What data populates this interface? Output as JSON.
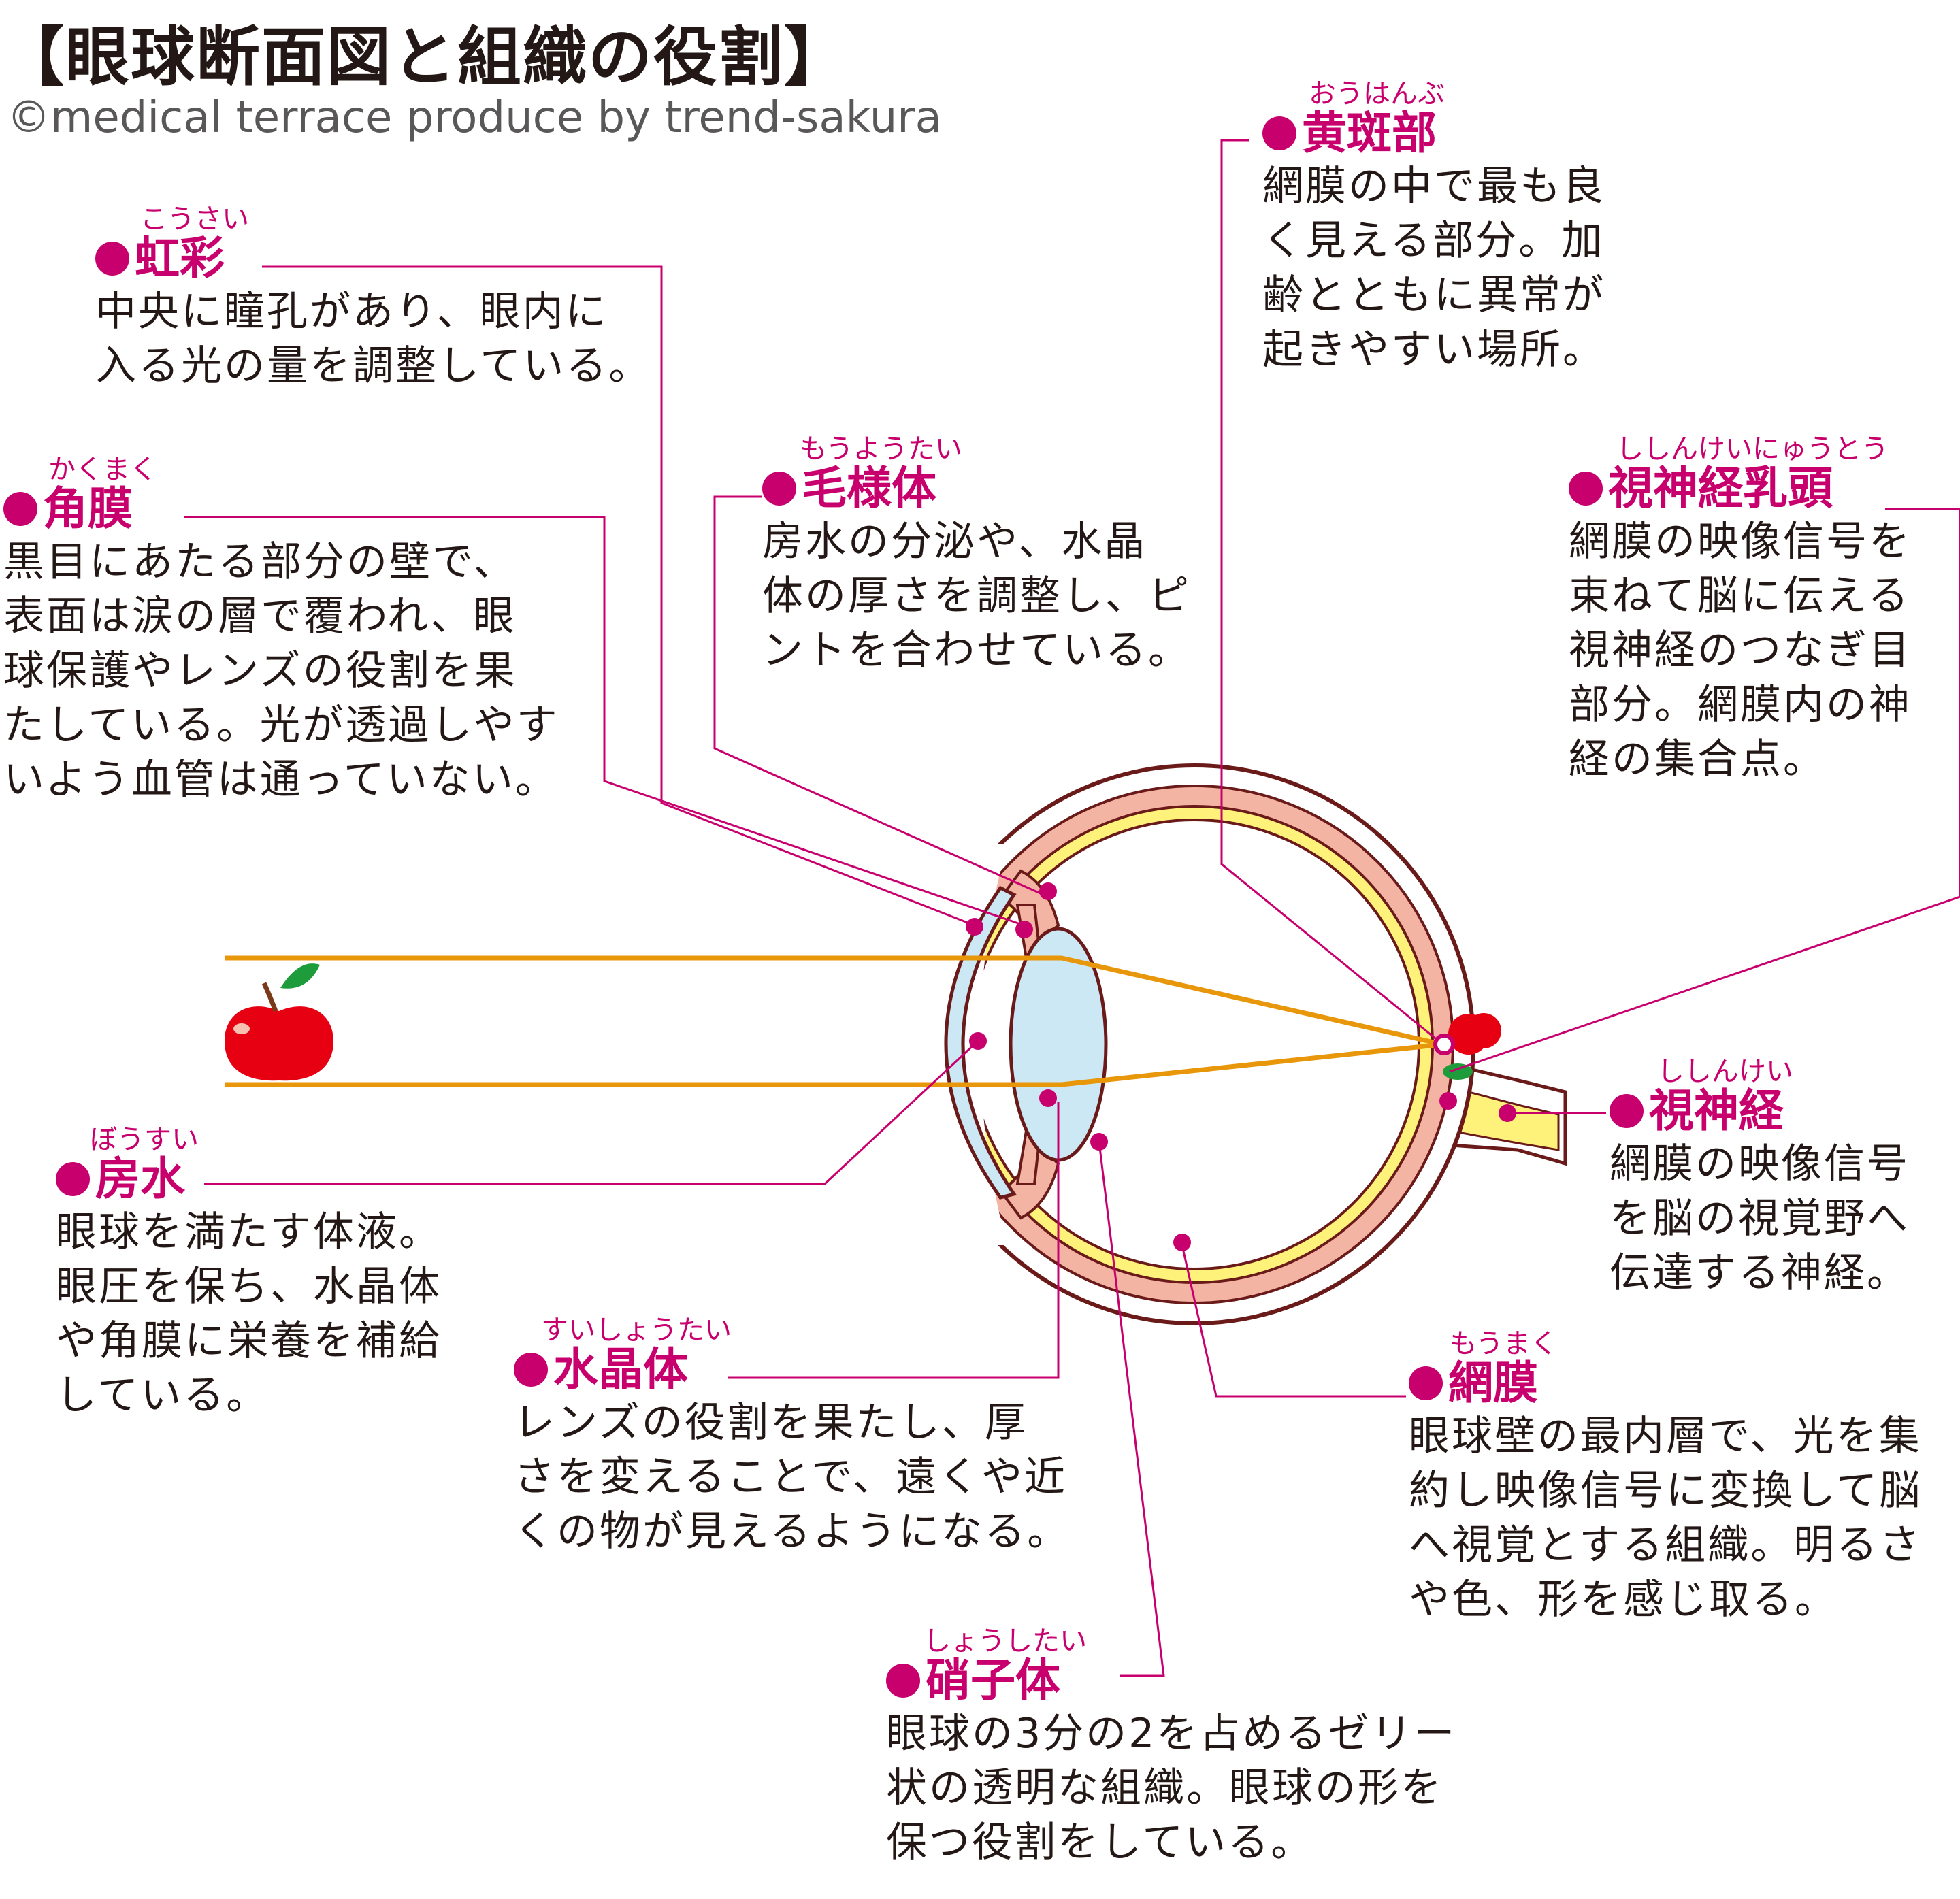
{
  "title": "【眼球断面図と組織の役割】",
  "copyright": "©medical terrace produce by trend-sakura",
  "colors": {
    "accent": "#c8006e",
    "leader_line": "#c8006e",
    "light_ray": "#e8960a",
    "outline": "#6b1a1a",
    "choroid": "#f4b4a4",
    "retina": "#fff27a",
    "lens_fill": "#cde8f5",
    "apple": "#e60012",
    "leaf": "#1e9c3c"
  },
  "labels": {
    "kousai": {
      "ruby": "こうさい",
      "name": "虹彩",
      "desc": "中央に瞳孔があり、眼内に\n入る光の量を調整している。"
    },
    "kakumaku": {
      "ruby": "かくまく",
      "name": "角膜",
      "desc": "黒目にあたる部分の壁で、\n表面は涙の層で覆われ、眼\n球保護やレンズの役割を果\nたしている。光が透過しやす\nいよう血管は通っていない。"
    },
    "mouyoutai": {
      "ruby": "もうようたい",
      "name": "毛様体",
      "desc": "房水の分泌や、水晶\n体の厚さを調整し、ピ\nントを合わせている。"
    },
    "ouhanbu": {
      "ruby": "おうはんぶ",
      "name": "黄斑部",
      "desc": "網膜の中で最も良\nく見える部分。加\n齢とともに異常が\n起きやすい場所。"
    },
    "shishinkei_nyuutou": {
      "ruby": "ししんけいにゅうとう",
      "name": "視神経乳頭",
      "desc": "網膜の映像信号を\n束ねて脳に伝える\n視神経のつなぎ目\n部分。網膜内の神\n経の集合点。"
    },
    "shishinkei": {
      "ruby": "ししんけい",
      "name": "視神経",
      "desc": "網膜の映像信号\nを脳の視覚野へ\n伝達する神経。"
    },
    "bousui": {
      "ruby": "ぼうすい",
      "name": "房水",
      "desc": "眼球を満たす体液。\n眼圧を保ち、水晶体\nや角膜に栄養を補給\nしている。"
    },
    "suishoutai": {
      "ruby": "すいしょうたい",
      "name": "水晶体",
      "desc": "レンズの役割を果たし、厚\nさを変えることで、遠くや近\nくの物が見えるようになる。"
    },
    "moumaku": {
      "ruby": "もうまく",
      "name": "網膜",
      "desc": "眼球壁の最内層で、光を集\n約し映像信号に変換して脳\nへ視覚とする組織。明るさ\nや色、形を感じ取る。"
    },
    "shoushitai": {
      "ruby": "しょうしたい",
      "name": "硝子体",
      "desc": "眼球の3分の2を占めるゼリー\n状の透明な組織。眼球の形を\n保つ役割をしている。"
    }
  }
}
